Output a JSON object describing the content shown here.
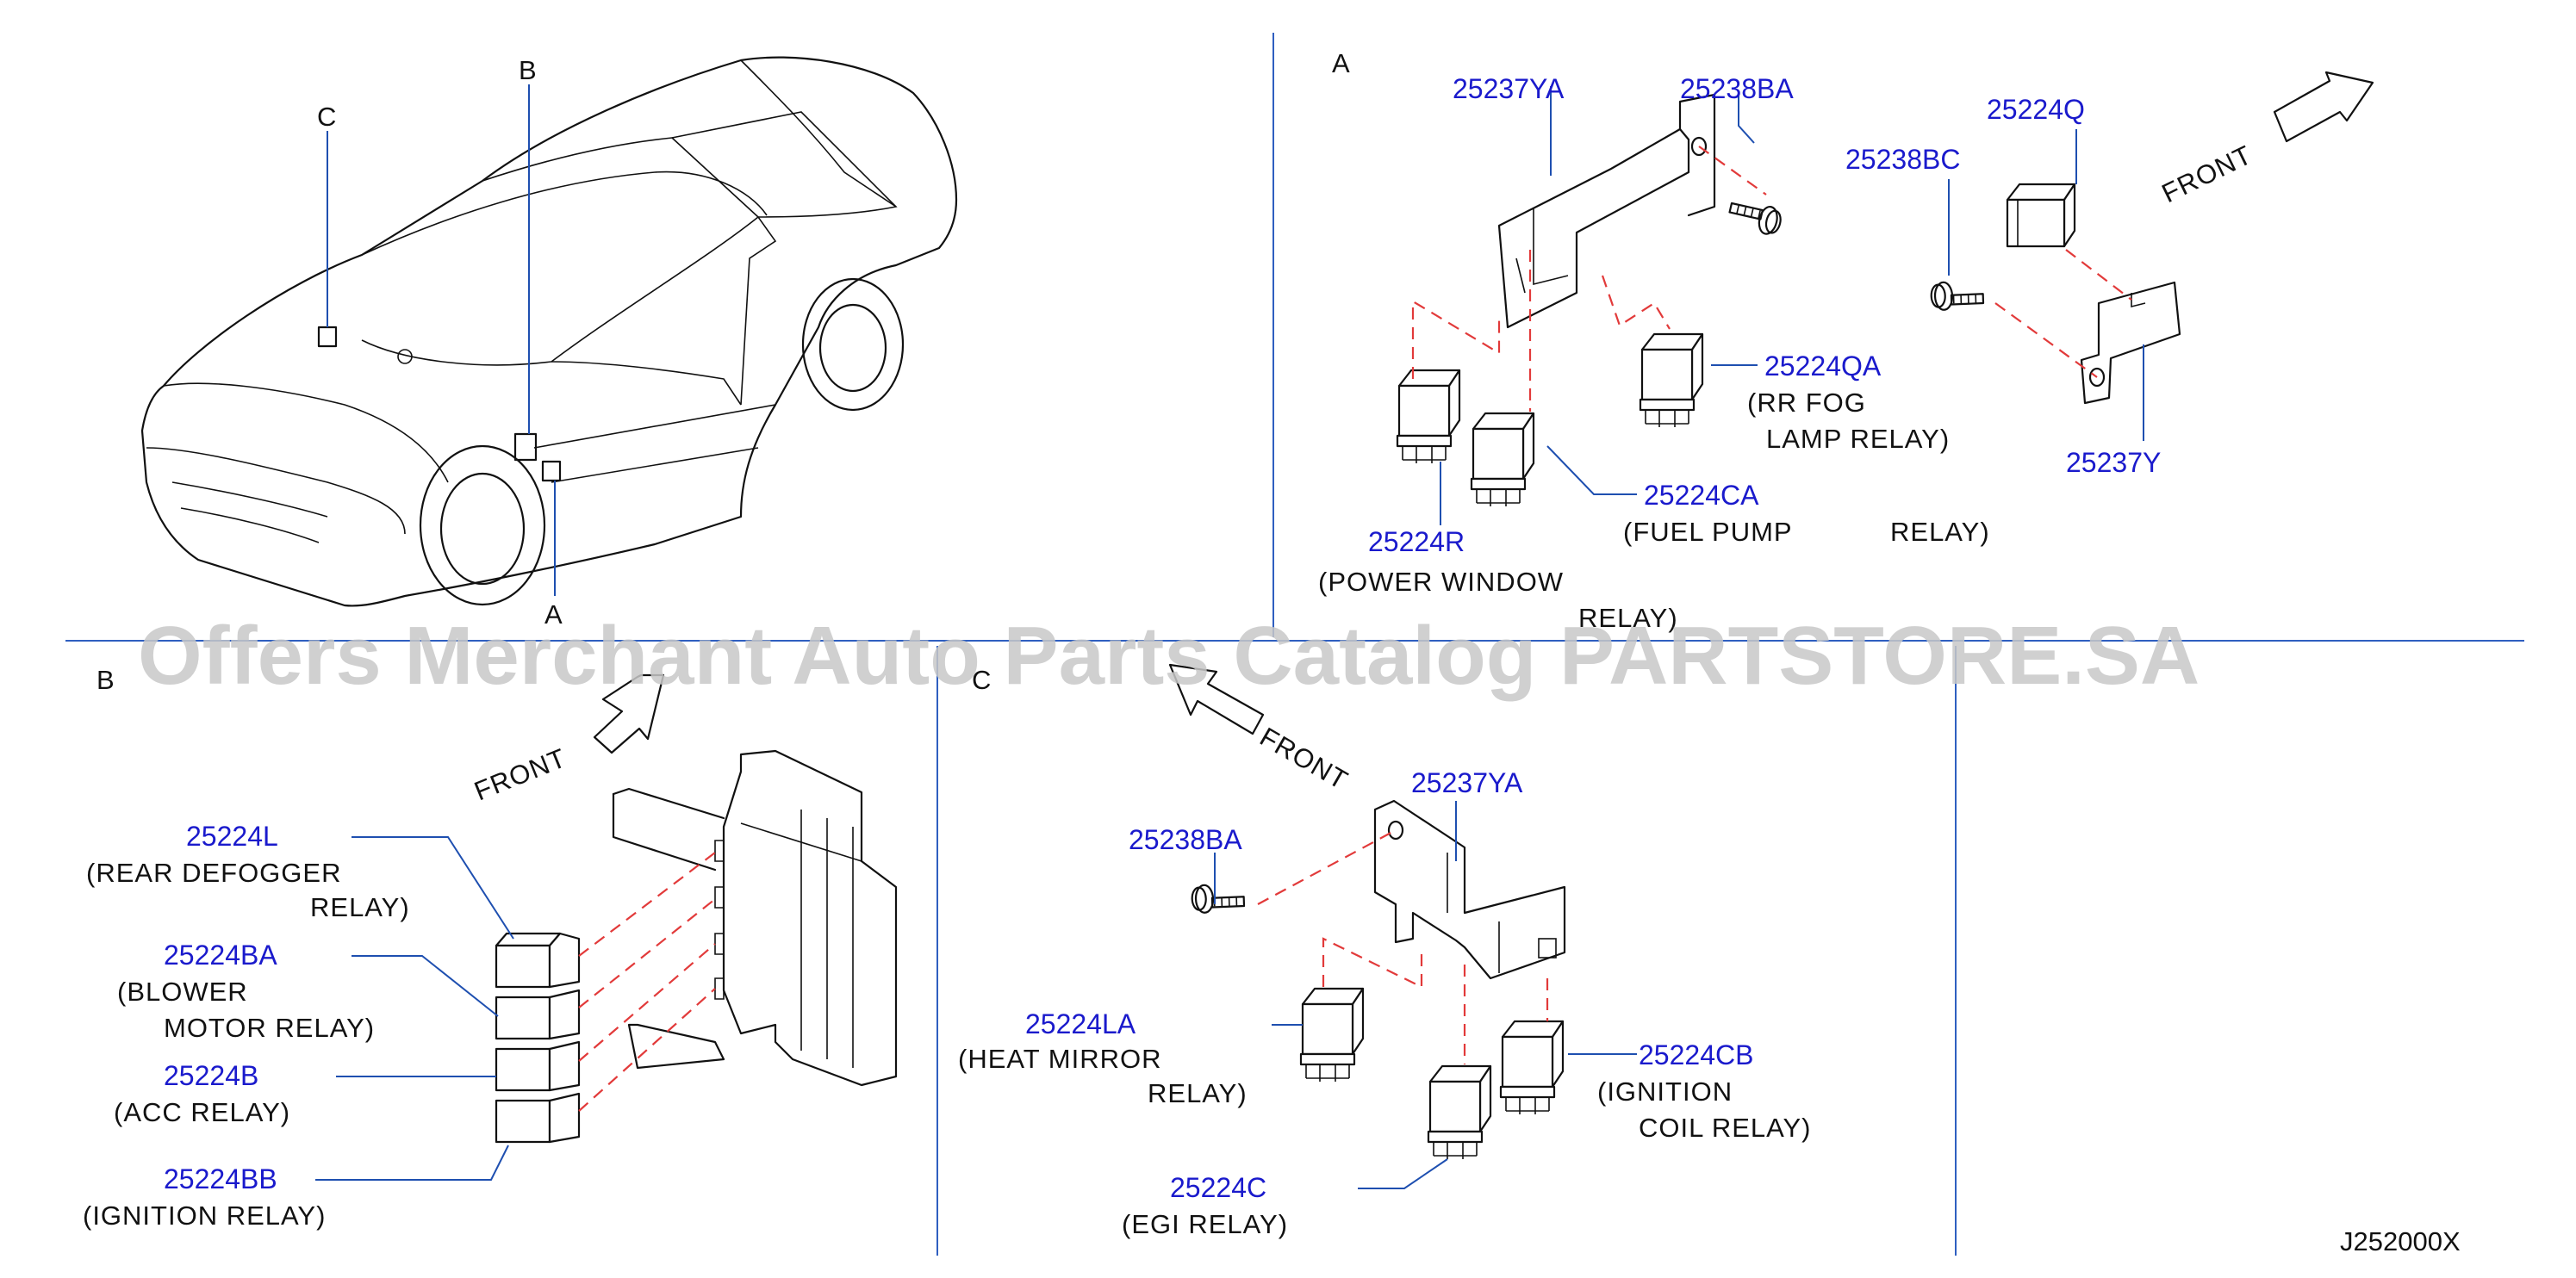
{
  "sections": {
    "a": "A",
    "b": "B",
    "c": "C"
  },
  "car_labels": {
    "a": "A",
    "b": "B",
    "c": "C"
  },
  "front": {
    "a": "FRONT",
    "b": "FRONT",
    "c": "FRONT"
  },
  "a_parts": {
    "p25237ya": "25237YA",
    "p25238ba": "25238BA",
    "p25238bc": "25238BC",
    "p25224q": "25224Q",
    "p25224qa": "25224QA",
    "qa_desc_1": "(RR  FOG",
    "qa_desc_2": "LAMP  RELAY)",
    "p25224ca": "25224CA",
    "ca_desc_1": "(FUEL  PUMP",
    "ca_desc_2": "RELAY)",
    "p25224r": "25224R",
    "r_desc_1": "(POWER   WINDOW",
    "r_desc_2": "RELAY)",
    "p25237y": "25237Y"
  },
  "b_parts": {
    "p25224l": "25224L",
    "l_desc_1": "(REAR  DEFOGGER",
    "l_desc_2": "RELAY)",
    "p25224ba": "25224BA",
    "ba_desc_1": "(BLOWER",
    "ba_desc_2": "MOTOR  RELAY)",
    "p25224b": "25224B",
    "b_desc": "(ACC  RELAY)",
    "p25224bb": "25224BB",
    "bb_desc": "(IGNITION  RELAY)"
  },
  "c_parts": {
    "p25237ya": "25237YA",
    "p25238ba": "25238BA",
    "p25224la": "25224LA",
    "la_desc_1": "(HEAT  MIRROR",
    "la_desc_2": "RELAY)",
    "p25224cb": "25224CB",
    "cb_desc_1": "(IGNITION",
    "cb_desc_2": "COIL  RELAY)",
    "p25224c": "25224C",
    "c_desc": "(EGI  RELAY)"
  },
  "diagram_code": "J252000X",
  "watermark": "Offers Merchant Auto Parts Catalog PARTSTORE.SA",
  "colors": {
    "part_number": "#1a1acc",
    "lines": "#111111",
    "leader": "#1e4fb0",
    "dashed": "#e23a3a",
    "separator": "#2f5fc0"
  }
}
